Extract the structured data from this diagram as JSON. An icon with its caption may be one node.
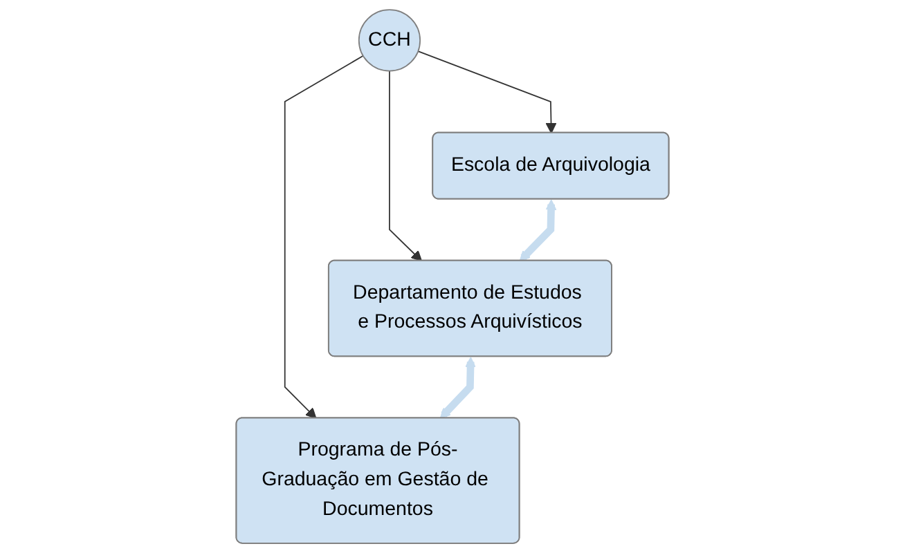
{
  "diagram": {
    "nodes": [
      {
        "text": [
          "CCH"
        ]
      },
      {
        "text": [
          "Escola de Arquivologia"
        ]
      },
      {
        "text": [
          "Departamento de Estudos e Processos Arquivísticos"
        ]
      },
      {
        "text": [
          "Programa de Pós-Graduação em Gestão de Documentos"
        ]
      }
    ],
    "edges": [
      {
        "from": 0,
        "to": 1,
        "arrow": "to"
      },
      {
        "from": 0,
        "to": 2,
        "arrow": "to"
      },
      {
        "from": 0,
        "to": 3,
        "arrow": "to"
      },
      {
        "from": 1,
        "to": 2,
        "arrow": "both",
        "style": "thick",
        "color": "#c6dcef"
      },
      {
        "from": 2,
        "to": 3,
        "arrow": "both",
        "style": "thick",
        "color": "#c6dcef"
      }
    ]
  }
}
